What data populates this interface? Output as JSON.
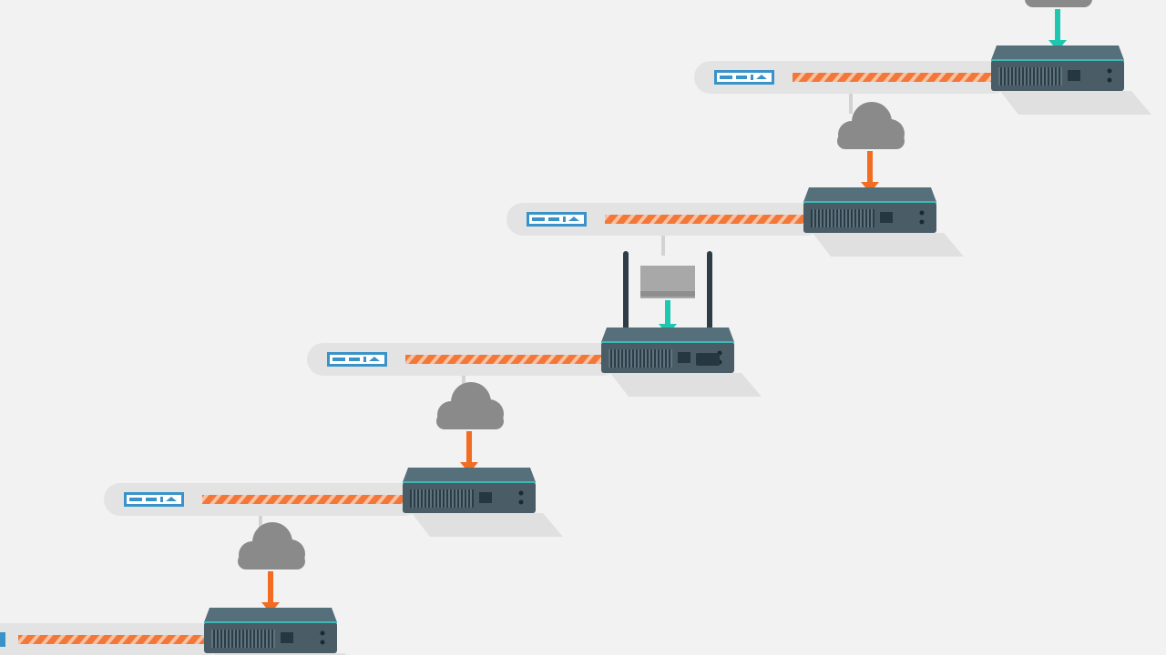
{
  "colors": {
    "background": "#f2f2f2",
    "track": "#e3e3e3",
    "connector": "#d3d3d3",
    "device": "#4a5d67",
    "device_top": "#56707b",
    "device_vents": "#263740",
    "device_accent": "#3eb8b6",
    "shadow": "#d9d9d9",
    "cloud": "#8a8a8a",
    "arrow_orange": "#f26c22",
    "arrow_teal": "#1ec8b0",
    "stripe_orange": "#f4773a",
    "stripe_light": "#f8c3a3",
    "panel_blue": "#3a93c8"
  },
  "diagram": {
    "steps": [
      {
        "source": "cloud",
        "arrow": "teal",
        "device": "server"
      },
      {
        "source": "cloud",
        "arrow": "orange",
        "device": "server"
      },
      {
        "source": "wireless-screen",
        "arrow": "teal",
        "device": "wireless-router"
      },
      {
        "source": "cloud",
        "arrow": "orange",
        "device": "server"
      },
      {
        "source": "cloud",
        "arrow": "orange",
        "device": "server"
      }
    ]
  }
}
